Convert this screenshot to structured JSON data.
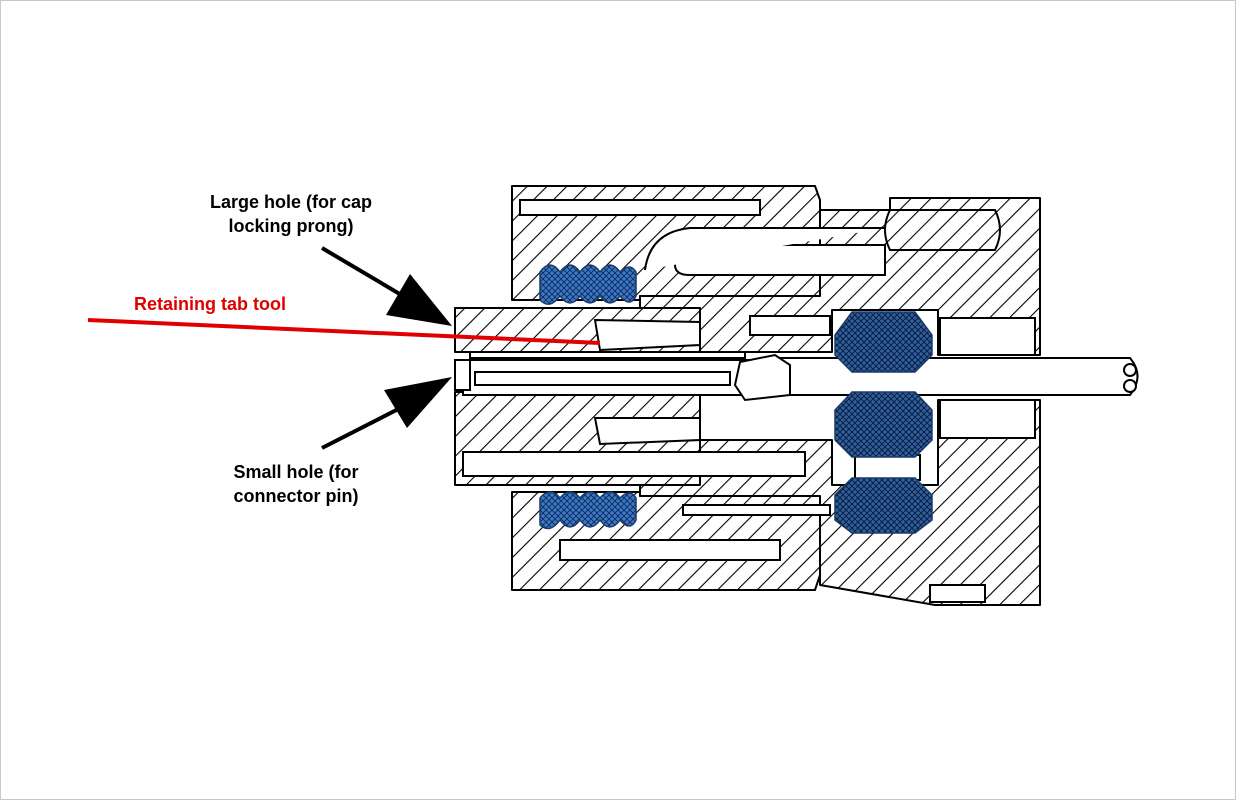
{
  "labels": {
    "large_hole": [
      "Large hole (for cap",
      "locking prong)"
    ],
    "retaining_tab": "Retaining tab tool",
    "small_hole": [
      "Small hole (for",
      "connector pin)"
    ]
  },
  "colors": {
    "background": "#ffffff",
    "outline": "#000000",
    "retaining_tab_tool": "#e00000",
    "seal_fill": "#3b78c8",
    "gasket_fill": "#2f5f9f"
  }
}
